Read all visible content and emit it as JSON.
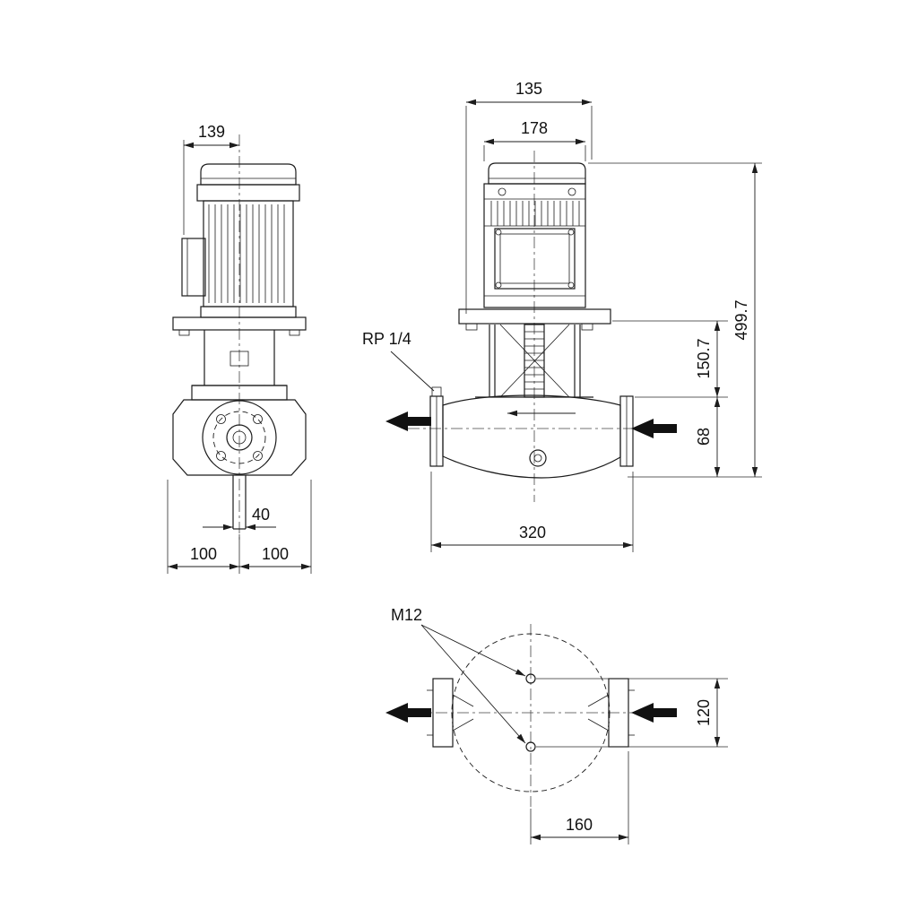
{
  "drawing": {
    "kind": "inline-pump-dimensional-drawing",
    "line_color": "#1c1c1c",
    "background": "#ffffff"
  },
  "views": {
    "side": {
      "dim_motor_width": "139",
      "dim_port_bore": "40",
      "dim_left_half": "100",
      "dim_right_half": "100"
    },
    "front": {
      "dim_top": "135",
      "dim_motor_width": "178",
      "label_gauge_port": "RP 1/4",
      "dim_total_height": "499.7",
      "dim_mid_height": "150.7",
      "dim_port_height": "68",
      "dim_port_span": "320"
    },
    "plan": {
      "label_bolt": "M12",
      "dim_bolt_spacing": "120",
      "dim_center_to_port": "160"
    }
  }
}
